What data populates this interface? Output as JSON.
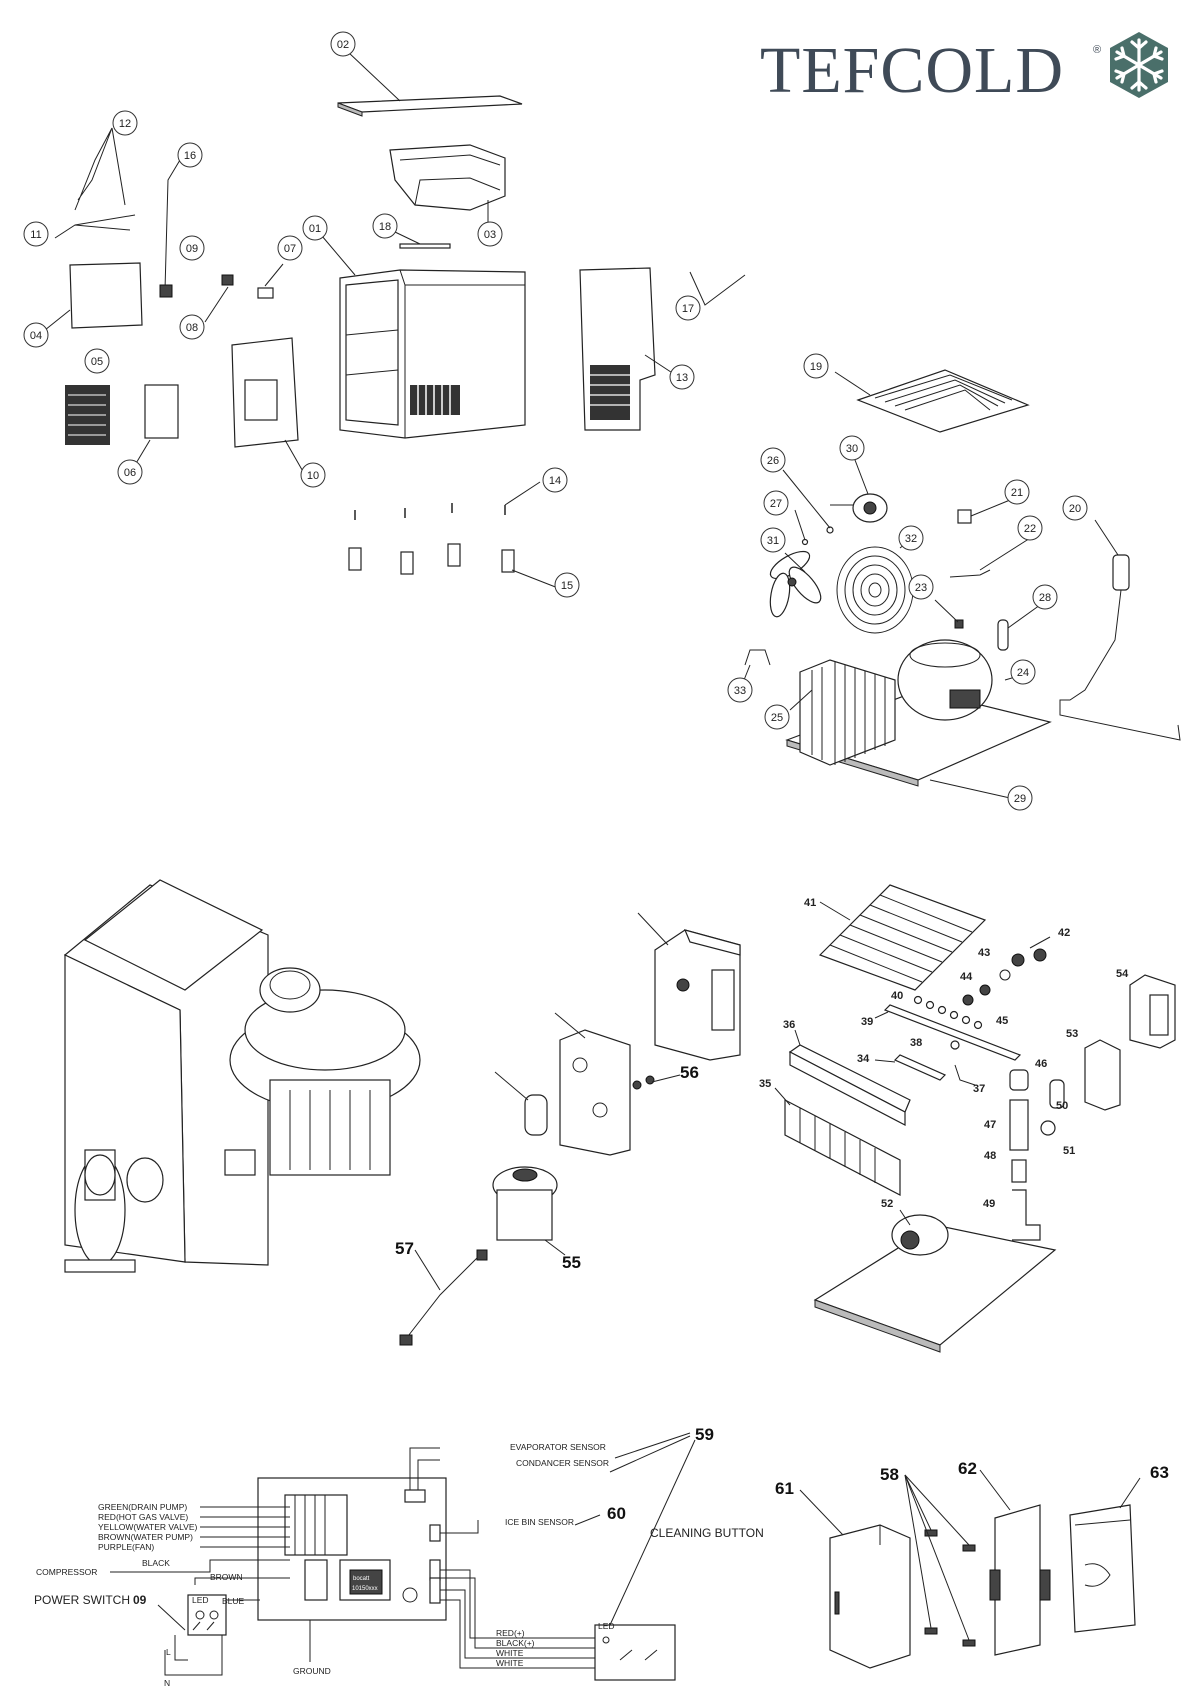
{
  "brand": {
    "name": "TEFCOLD",
    "registered": "®",
    "accent_color": "#3f4a57",
    "mark_color": "#4a6f6a",
    "icon": "snowflake-icon"
  },
  "callouts_top": [
    "01",
    "02",
    "03",
    "04",
    "05",
    "06",
    "07",
    "08",
    "09",
    "10",
    "11",
    "12",
    "13",
    "14",
    "15",
    "16",
    "17",
    "18"
  ],
  "callouts_refrigeration": [
    "19",
    "20",
    "21",
    "22",
    "23",
    "24",
    "25",
    "26",
    "27",
    "28",
    "29",
    "30",
    "31",
    "32",
    "33"
  ],
  "callouts_water": [
    "34",
    "35",
    "36",
    "37",
    "38",
    "39",
    "40",
    "41",
    "42",
    "43",
    "44",
    "45",
    "46",
    "47",
    "48",
    "49",
    "50",
    "51",
    "52",
    "53",
    "54",
    "55",
    "56",
    "57"
  ],
  "callouts_electrical": [
    "58",
    "59",
    "60",
    "61",
    "62",
    "63"
  ],
  "wiring": {
    "green": "GREEN(DRAIN PUMP)",
    "red": "RED(HOT GAS VALVE)",
    "yellow": "YELLOW(WATER VALVE)",
    "brown_pump": "BROWN(WATER PUMP)",
    "purple": "PURPLE(FAN)",
    "black": "BLACK",
    "compressor": "COMPRESSOR",
    "brown": "BROWN",
    "blue": "BLUE",
    "power_switch": "POWER SWITCH",
    "power_switch_no": "09",
    "led": "LED",
    "l": "L",
    "n": "N",
    "ground": "GROUND",
    "evap_sensor": "EVAPORATOR SENSOR",
    "cond_sensor": "CONDANCER SENSOR",
    "ice_bin_sensor": "ICE BIN SENSOR",
    "cleaning_button": "CLEANING BUTTON",
    "red_plus": "RED(+)",
    "black_plus": "BLACK(+)",
    "white1": "WHITE",
    "white2": "WHITE",
    "led2": "LED",
    "board_code": "10150xxx",
    "board_brand": "bocatt"
  }
}
